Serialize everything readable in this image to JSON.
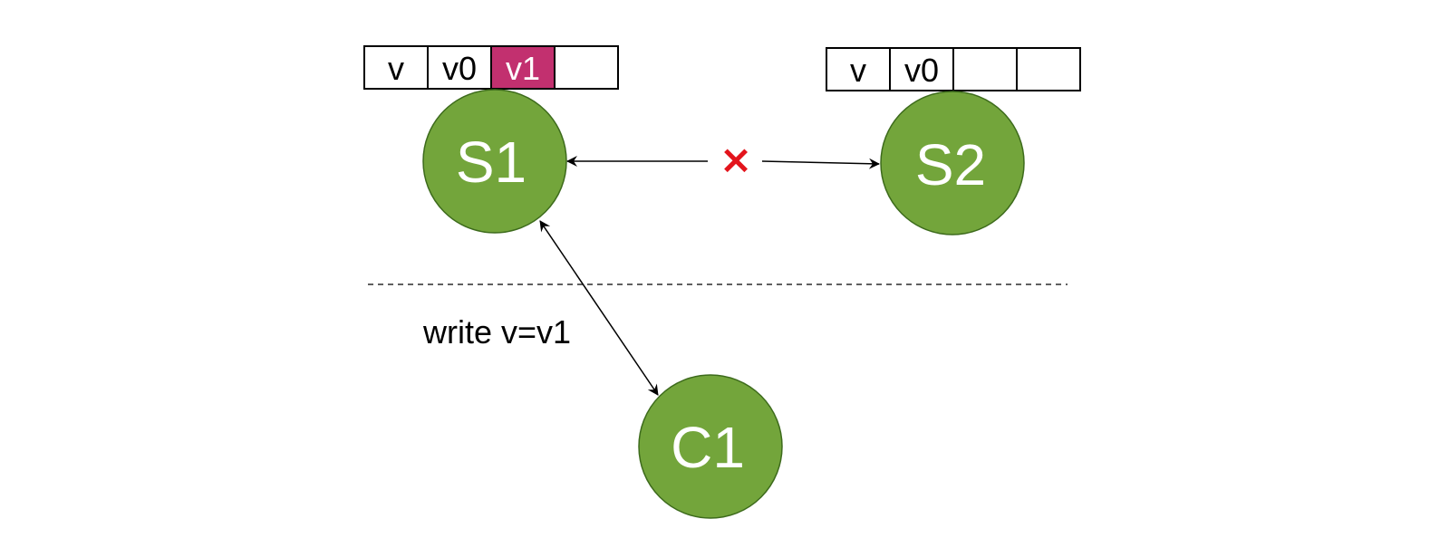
{
  "colors": {
    "node_fill": "#73a53b",
    "node_text": "#ffffff",
    "cell_fill": "#ffffff",
    "cell_highlight_fill": "#c2306f",
    "cell_highlight_text": "#ffffff",
    "cell_text": "#000000",
    "edge": "#000000",
    "broken_marker": "#e3141c"
  },
  "nodes": {
    "s1": {
      "label": "S1"
    },
    "s2": {
      "label": "S2"
    },
    "c1": {
      "label": "C1"
    }
  },
  "logs": {
    "s1": {
      "cells": [
        {
          "text": "v",
          "highlight": false
        },
        {
          "text": "v0",
          "highlight": false
        },
        {
          "text": "v1",
          "highlight": true
        },
        {
          "text": "",
          "highlight": false
        }
      ]
    },
    "s2": {
      "cells": [
        {
          "text": "v",
          "highlight": false
        },
        {
          "text": "v0",
          "highlight": false
        },
        {
          "text": "",
          "highlight": false
        },
        {
          "text": "",
          "highlight": false
        }
      ]
    }
  },
  "edges": {
    "s1_s2": {
      "broken_marker": "×",
      "icon": "cross-icon"
    },
    "s1_c1": {
      "label": "write v=v1"
    }
  },
  "partition_line": {
    "style": "dashed"
  }
}
